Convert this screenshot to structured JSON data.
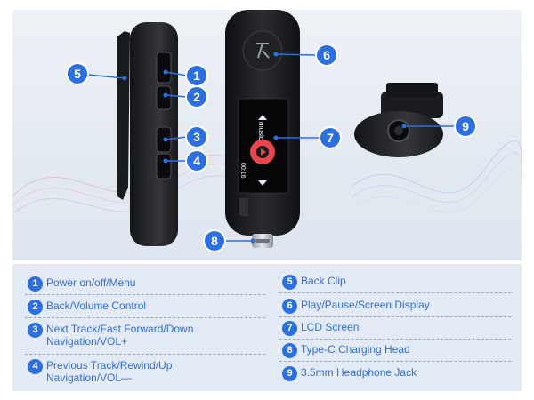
{
  "callouts": {
    "c1": "1",
    "c2": "2",
    "c3": "3",
    "c4": "4",
    "c5": "5",
    "c6": "6",
    "c7": "7",
    "c8": "8",
    "c9": "9"
  },
  "screen": {
    "text": "music",
    "time": "00:16"
  },
  "features": [
    {
      "num": "1",
      "label": "Power on/off/Menu"
    },
    {
      "num": "2",
      "label": "Back/Volume Control"
    },
    {
      "num": "3",
      "label": "Next Track/Fast Forward/Down Navigation/VOL+"
    },
    {
      "num": "4",
      "label": "Previous Track/Rewind/Up Navigation/VOL—"
    },
    {
      "num": "5",
      "label": "Back Clip"
    },
    {
      "num": "6",
      "label": "Play/Pause/Screen Display"
    },
    {
      "num": "7",
      "label": "LCD Screen"
    },
    {
      "num": "8",
      "label": "Type-C Charging Head"
    },
    {
      "num": "9",
      "label": "3.5mm Headphone Jack"
    }
  ],
  "colors": {
    "accent": "#2b6fe0",
    "device": "#1c1e22",
    "play_button": "#e8464b",
    "table_bg": "#e4eaf3"
  },
  "icons": [
    "logo-mark-icon",
    "play-icon",
    "chevron-up-icon",
    "chevron-down-icon",
    "headphone-jack-icon",
    "usb-c-connector-icon"
  ]
}
